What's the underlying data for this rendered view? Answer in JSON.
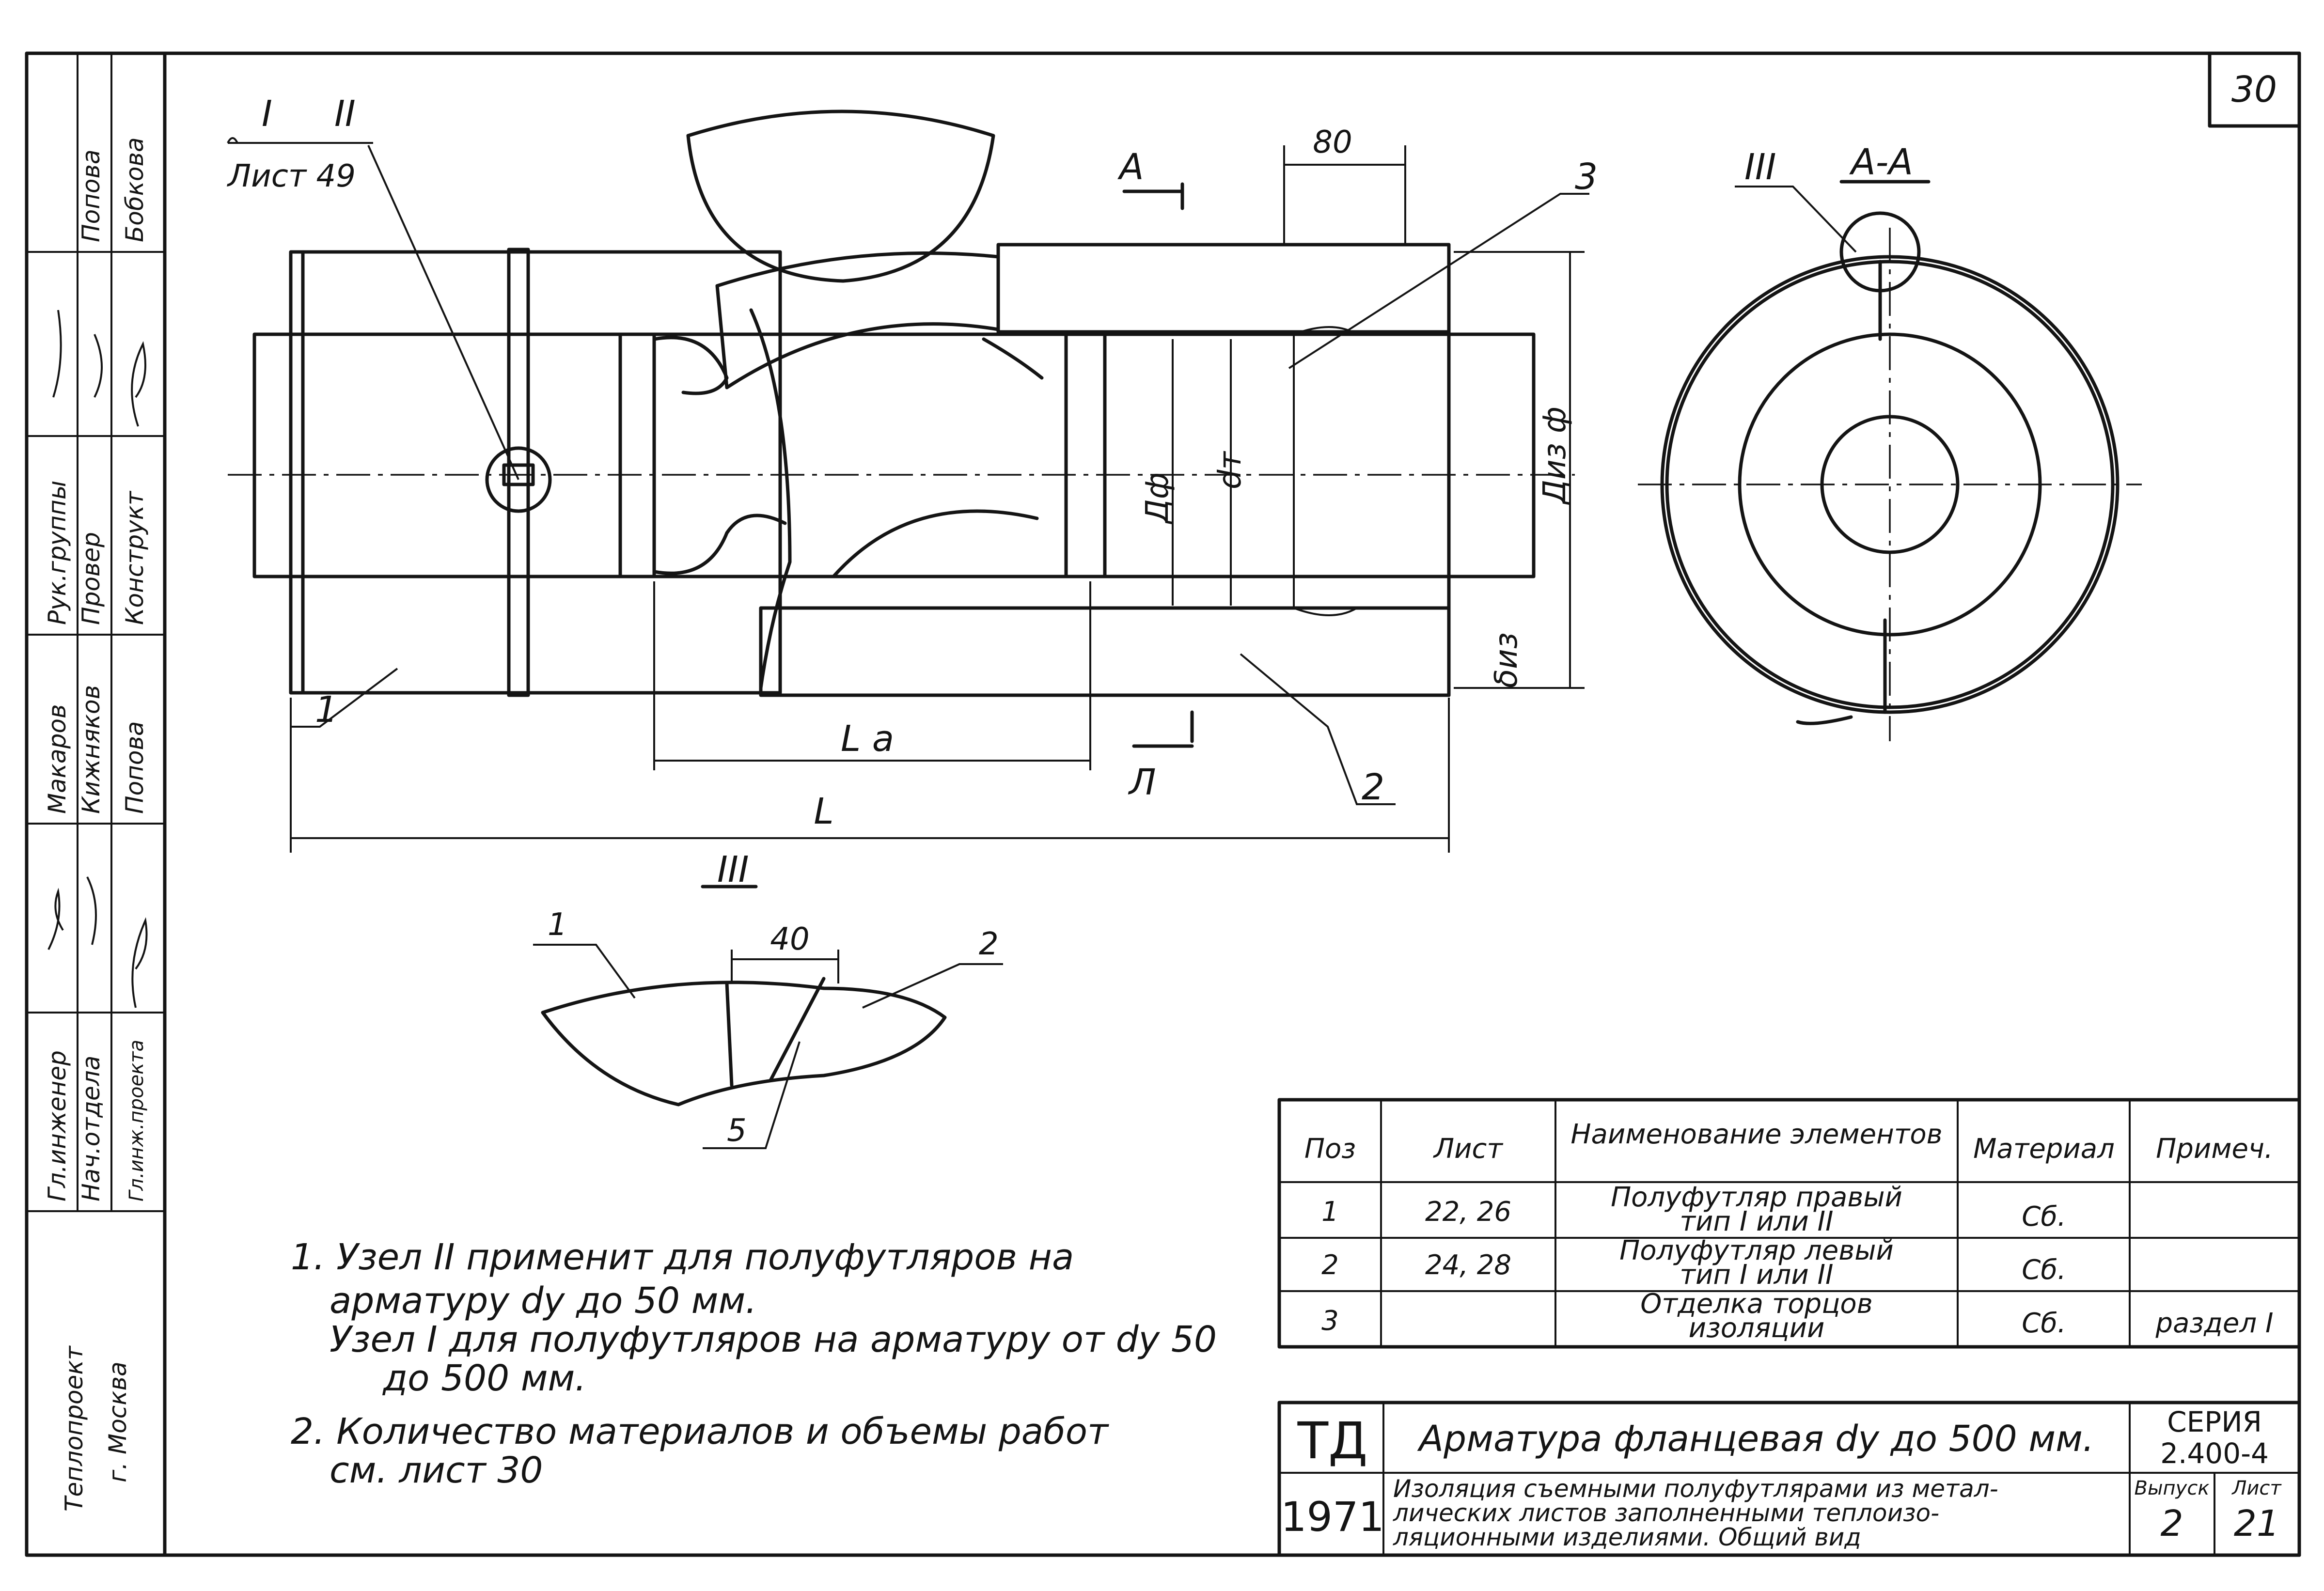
{
  "sheet": {
    "number": "30"
  },
  "views": {
    "ref_node1": "I",
    "ref_node2": "II",
    "ref_sheet": "Лист 49",
    "section_label": "А-А",
    "section_mark_left": "А",
    "section_mark_bottom": "Л",
    "node3_label": "III",
    "node3_section_label": "III",
    "pos1": "1",
    "pos2": "2",
    "pos3": "3",
    "dim_80": "80",
    "dim_40": "40",
    "dim_La": "L а",
    "dim_L": "L",
    "dim_Df": "Дф",
    "dim_dt": "dт",
    "dim_Diz": "Диз ф",
    "dim_diz": "δиз",
    "weld": "5"
  },
  "left_stamp": {
    "roles": [
      "Гл.инженер",
      "Нач.отдела",
      "Гл.инж.проекта",
      "Рук.группы",
      "Провер",
      "Конструкт"
    ],
    "names": [
      "Макаров",
      "Кижняков",
      "Попова",
      "Попова",
      "Бобкова"
    ],
    "org": "Теплопроект",
    "city": "г. Москва"
  },
  "notes": [
    "1. Узел II применит для полуфутляров на",
    "арматуру dу до 50 мм.",
    "Узел I для полуфутляров на арматуру от dу 50",
    "до 500 мм.",
    "2. Количество материалов и объемы работ",
    "см. лист 30"
  ],
  "spec_table": {
    "headers": [
      "Поз",
      "Лист",
      "Наименование элементов",
      "Материал",
      "Примеч."
    ],
    "rows": [
      {
        "pos": "1",
        "sheet": "22, 26",
        "name1": "Полуфутляр правый",
        "name2": "тип I или II",
        "material": "Сб.",
        "note": ""
      },
      {
        "pos": "2",
        "sheet": "24, 28",
        "name1": "Полуфутляр левый",
        "name2": "тип I или II",
        "material": "Сб.",
        "note": ""
      },
      {
        "pos": "3",
        "sheet": "",
        "name1": "Отделка торцов",
        "name2": "изоляции",
        "material": "Сб.",
        "note": "раздел I"
      }
    ]
  },
  "title_block": {
    "org_code": "ТД",
    "year": "1971",
    "title": "Арматура фланцевая dу до 500 мм.",
    "subtitle1": "Изоляция съемными полуфутлярами из метал-",
    "subtitle2": "лических листов заполненными теплоизо-",
    "subtitle3": "ляционными изделиями. Общий вид",
    "series_label": "СЕРИЯ",
    "series_value": "2.400-4",
    "issue_label": "Выпуск",
    "issue_value": "2",
    "sheet_label": "Лист",
    "sheet_value": "21"
  }
}
